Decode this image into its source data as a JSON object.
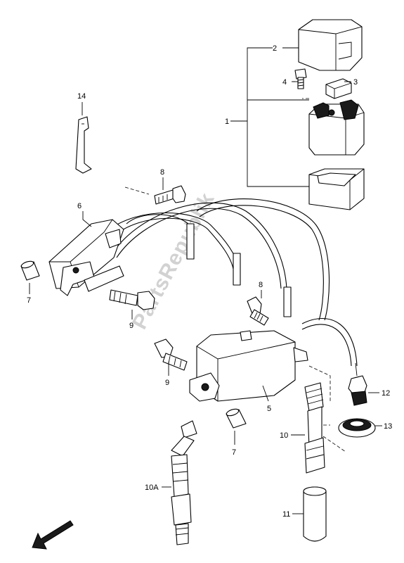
{
  "watermark": "PartsRepublik",
  "callouts": {
    "c1": "1",
    "c2": "2",
    "c3": "3",
    "c4": "4",
    "c5": "5",
    "c6": "6",
    "c7a": "7",
    "c7b": "7",
    "c8a": "8",
    "c8b": "8",
    "c9a": "9",
    "c9b": "9",
    "c10": "10",
    "c10a": "10A",
    "c11": "11",
    "c12": "12",
    "c13": "13",
    "c14": "14"
  },
  "icons": {
    "direction": "arrow-down-left-icon"
  }
}
